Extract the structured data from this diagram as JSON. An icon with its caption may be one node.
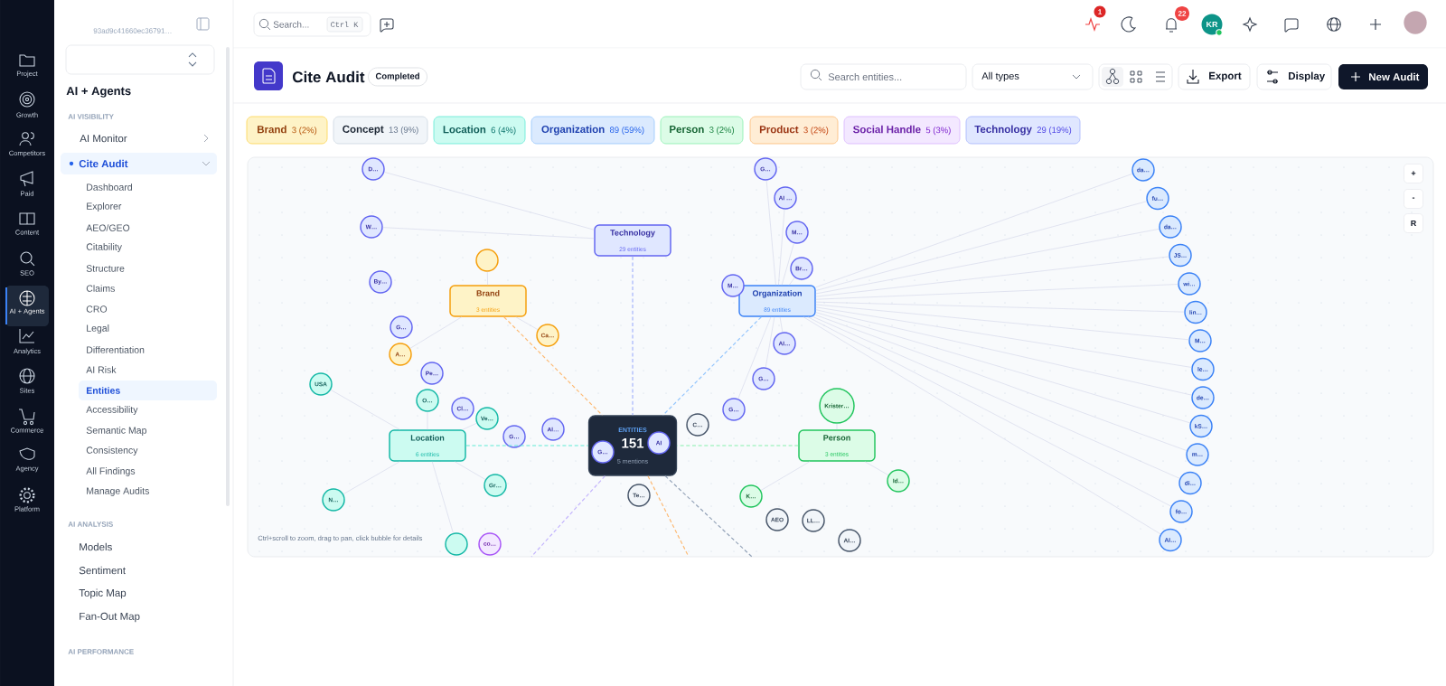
{
  "diagram": {
    "nodes": [
      {
        "text": [
          "Technology",
          "29 entities"
        ]
      },
      {
        "text": [
          "Brand",
          "3 entities"
        ]
      },
      {
        "text": [
          "Organization",
          "89 entities"
        ]
      },
      {
        "text": [
          "Location",
          "6 entities"
        ]
      },
      {
        "text": [
          "Person",
          "3 entities"
        ]
      },
      {
        "text": [
          "ENTITIES",
          "151",
          "5 mentions"
        ]
      },
      {
        "text": [
          "G…"
        ],
        "in": 5
      },
      {
        "text": [
          "AI"
        ],
        "in": 5
      },
      {
        "text": [
          "D…"
        ]
      },
      {
        "text": [
          "G…"
        ]
      },
      {
        "text": [
          "da…"
        ]
      },
      {
        "text": [
          "AI …"
        ]
      },
      {
        "text": [
          "W…"
        ]
      },
      {
        "text": [
          "M…"
        ]
      },
      {
        "text": [],
        "shape": "circle"
      },
      {
        "text": [
          "Br…"
        ]
      },
      {
        "text": [
          "By…"
        ]
      },
      {
        "text": [
          "M…"
        ]
      },
      {
        "text": [
          "G…"
        ]
      },
      {
        "text": [
          "Ca…"
        ]
      },
      {
        "text": [
          "AI…"
        ]
      },
      {
        "text": [
          "A…"
        ]
      },
      {
        "text": [
          "Pe…"
        ]
      },
      {
        "text": [
          "G…"
        ]
      },
      {
        "text": [
          "USA"
        ]
      },
      {
        "text": [
          "O…"
        ]
      },
      {
        "text": [
          "Krister…"
        ]
      },
      {
        "text": [
          "G…"
        ]
      },
      {
        "text": [
          "Cl…"
        ]
      },
      {
        "text": [
          "Ve…"
        ]
      },
      {
        "text": [
          "C…"
        ]
      },
      {
        "text": [
          "G…"
        ]
      },
      {
        "text": [
          "Al…"
        ]
      },
      {
        "text": [
          "Id…"
        ]
      },
      {
        "text": [
          "Gr…"
        ]
      },
      {
        "text": [
          "Te…"
        ]
      },
      {
        "text": [
          "K…"
        ]
      },
      {
        "text": [
          "N…"
        ]
      },
      {
        "text": [
          "AEO"
        ]
      },
      {
        "text": [
          "LL…"
        ]
      },
      {
        "text": [
          "AI…"
        ]
      },
      {
        "text": [
          "co…"
        ]
      },
      {
        "text": [],
        "shape": "circle"
      },
      {
        "text": [
          "fu…"
        ]
      },
      {
        "text": [
          "da…"
        ]
      },
      {
        "text": [
          "JS…"
        ]
      },
      {
        "text": [
          "wi…"
        ]
      },
      {
        "text": [
          "lin…"
        ]
      },
      {
        "text": [
          "M…"
        ]
      },
      {
        "text": [
          "le…"
        ]
      },
      {
        "text": [
          "de…"
        ]
      },
      {
        "text": [
          "kS…"
        ]
      },
      {
        "text": [
          "m…"
        ]
      },
      {
        "text": [
          "di…"
        ]
      },
      {
        "text": [
          "fo…"
        ]
      },
      {
        "text": [
          "AI…"
        ]
      }
    ],
    "edges": [
      {
        "from": 0,
        "to": 5,
        "arrow": "none",
        "style": "dashed",
        "color": "#a5b4fc"
      },
      {
        "from": 1,
        "to": 5,
        "arrow": "none",
        "style": "dashed",
        "color": "#fdba74"
      },
      {
        "from": 2,
        "to": 5,
        "arrow": "none",
        "style": "dashed",
        "color": "#93c5fd"
      },
      {
        "from": 3,
        "to": 5,
        "arrow": "none",
        "style": "dashed",
        "color": "#5eead4"
      },
      {
        "from": 4,
        "to": 5,
        "arrow": "none",
        "style": "dashed",
        "color": "#86efac"
      },
      {
        "from": 5,
        "to": null,
        "arrow": "none",
        "style": "dashed",
        "color": "#fdba74"
      },
      {
        "from": 5,
        "to": null,
        "arrow": "none",
        "style": "dashed",
        "color": "#94a3b8"
      },
      {
        "from": 5,
        "to": null,
        "arrow": "none",
        "style": "dashed",
        "color": "#c4b5fd"
      },
      {
        "from": 0,
        "to": 8,
        "arrow": "none"
      },
      {
        "from": 0,
        "to": 12,
        "arrow": "none"
      },
      {
        "from": 1,
        "to": 14,
        "arrow": "none"
      },
      {
        "from": 1,
        "to": 19,
        "arrow": "none"
      },
      {
        "from": 1,
        "to": 21,
        "arrow": "none"
      },
      {
        "from": 2,
        "to": 9,
        "arrow": "none"
      },
      {
        "from": 2,
        "to": 11,
        "arrow": "none"
      },
      {
        "from": 2,
        "to": 13,
        "arrow": "none"
      },
      {
        "from": 2,
        "to": 15,
        "arrow": "none"
      },
      {
        "from": 2,
        "to": 20,
        "arrow": "none"
      },
      {
        "from": 2,
        "to": 23,
        "arrow": "none"
      },
      {
        "from": 2,
        "to": 27,
        "arrow": "none"
      },
      {
        "from": 2,
        "to": 10,
        "arrow": "none"
      },
      {
        "from": 2,
        "to": 43,
        "arrow": "none"
      },
      {
        "from": 2,
        "to": 44,
        "arrow": "none"
      },
      {
        "from": 2,
        "to": 45,
        "arrow": "none"
      },
      {
        "from": 2,
        "to": 46,
        "arrow": "none"
      },
      {
        "from": 2,
        "to": 47,
        "arrow": "none"
      },
      {
        "from": 2,
        "to": 48,
        "arrow": "none"
      },
      {
        "from": 2,
        "to": 49,
        "arrow": "none"
      },
      {
        "from": 2,
        "to": 50,
        "arrow": "none"
      },
      {
        "from": 2,
        "to": 51,
        "arrow": "none"
      },
      {
        "from": 2,
        "to": 52,
        "arrow": "none"
      },
      {
        "from": 2,
        "to": 53,
        "arrow": "none"
      },
      {
        "from": 2,
        "to": 54,
        "arrow": "none"
      },
      {
        "from": 2,
        "to": 55,
        "arrow": "none"
      },
      {
        "from": 3,
        "to": 24,
        "arrow": "none"
      },
      {
        "from": 3,
        "to": 25,
        "arrow": "none"
      },
      {
        "from": 3,
        "to": 29,
        "arrow": "none"
      },
      {
        "from": 3,
        "to": 34,
        "arrow": "none"
      },
      {
        "from": 3,
        "to": 37,
        "arrow": "none"
      },
      {
        "from": 3,
        "to": 42,
        "arrow": "none"
      },
      {
        "from": 4,
        "to": 26,
        "arrow": "none"
      },
      {
        "from": 4,
        "to": 33,
        "arrow": "none"
      },
      {
        "from": 4,
        "to": 36,
        "arrow": "none"
      }
    ],
    "labels": [
      "93ad9c41660ec36791…",
      "Project",
      "Growth",
      "Competitors",
      "Paid",
      "Content",
      "SEO",
      "AI + Agents",
      "Analytics",
      "Sites",
      "Commerce",
      "Agency",
      "Platform",
      "AI + Agents",
      "AI VISIBILITY",
      "AI Monitor",
      "Cite Audit",
      "Dashboard",
      "Explorer",
      "AEO/GEO",
      "Citability",
      "Structure",
      "Claims",
      "CRO",
      "Legal",
      "Differentiation",
      "AI Risk",
      "Entities",
      "Accessibility",
      "Semantic Map",
      "Consistency",
      "All Findings",
      "Manage Audits",
      "AI ANALYSIS",
      "Models",
      "Sentiment",
      "Topic Map",
      "Fan-Out Map",
      "AI PERFORMANCE",
      "Search...",
      "Ctrl K",
      "1",
      "22",
      "KR",
      "Cite Audit",
      "Completed",
      "Search entities...",
      "All types",
      "Export",
      "Display",
      "New Audit",
      "Brand",
      "3 (2%)",
      "Concept",
      "13 (9%)",
      "Location",
      "6 (4%)",
      "Organization",
      "89 (59%)",
      "Person",
      "3 (2%)",
      "Product",
      "3 (2%)",
      "Social Handle",
      "5 (3%)",
      "Technology",
      "29 (19%)",
      "+",
      "-",
      "R",
      "Ctrl+scroll to zoom, drag to pan, click bubble for details"
    ]
  }
}
